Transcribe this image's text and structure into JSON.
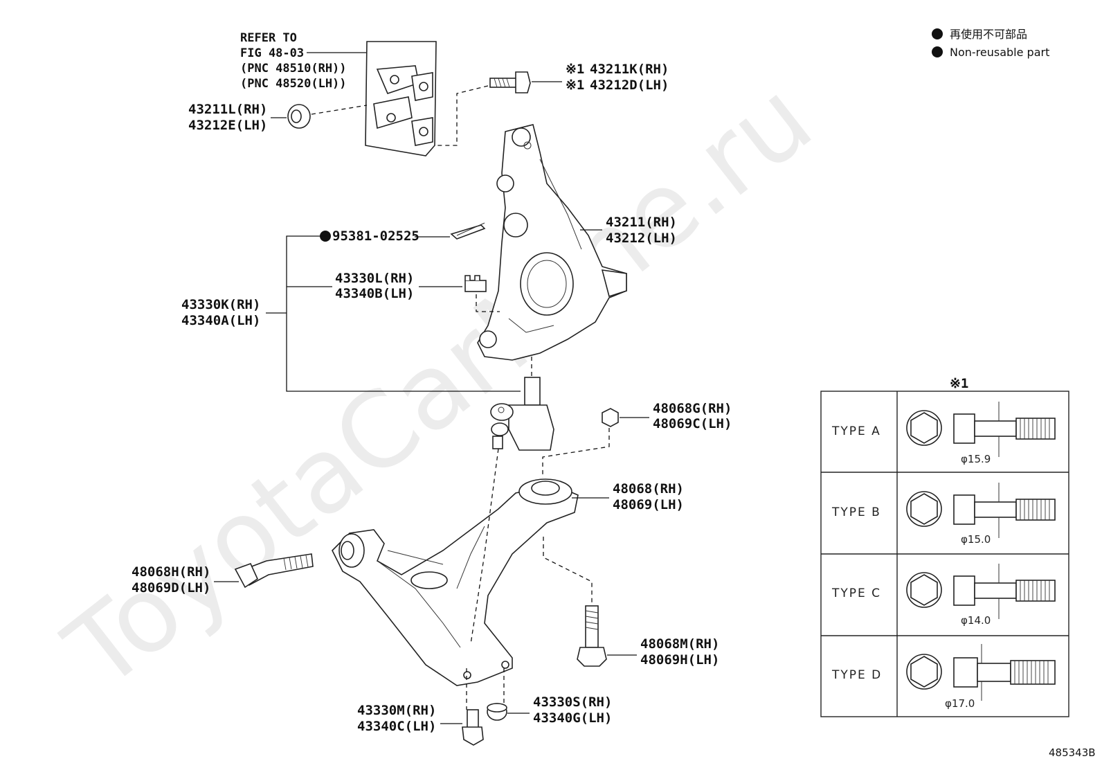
{
  "watermark": "ToyotaCarMine.ru",
  "figure_number": "485343B",
  "legend": {
    "line_jp": "再使用不可部品",
    "line_en": "Non-reusable part",
    "bullet_color": "#111111"
  },
  "refer": {
    "line1": "REFER TO",
    "line2": "FIG 48-03",
    "line3": "(PNC 48510(RH))",
    "line4": "(PNC 48520(LH))"
  },
  "labels": {
    "p43211K": "43211K(RH)",
    "p43212D": "43212D(LH)",
    "mark": "※1",
    "p43211L": "43211L(RH)",
    "p43212E": "43212E(LH)",
    "p43211": "43211(RH)",
    "p43212": "43212(LH)",
    "p95381": "95381-02525",
    "p43330L": "43330L(RH)",
    "p43340B": "43340B(LH)",
    "p43330K": "43330K(RH)",
    "p43340A": "43340A(LH)",
    "p48068G": "48068G(RH)",
    "p48069C": "48069C(LH)",
    "p48068": "48068(RH)",
    "p48069": "48069(LH)",
    "p48068H": "48068H(RH)",
    "p48069D": "48069D(LH)",
    "p48068M": "48068M(RH)",
    "p48069H": "48069H(LH)",
    "p43330M": "43330M(RH)",
    "p43340C": "43340C(LH)",
    "p43330S": "43330S(RH)",
    "p43340G": "43340G(LH)"
  },
  "type_table": {
    "header": "※1",
    "rows": [
      {
        "type": "TYPE  A",
        "diameter": "φ15.9"
      },
      {
        "type": "TYPE  B",
        "diameter": "φ15.0"
      },
      {
        "type": "TYPE  C",
        "diameter": "φ14.0"
      },
      {
        "type": "TYPE  D",
        "diameter": "φ17.0"
      }
    ]
  }
}
